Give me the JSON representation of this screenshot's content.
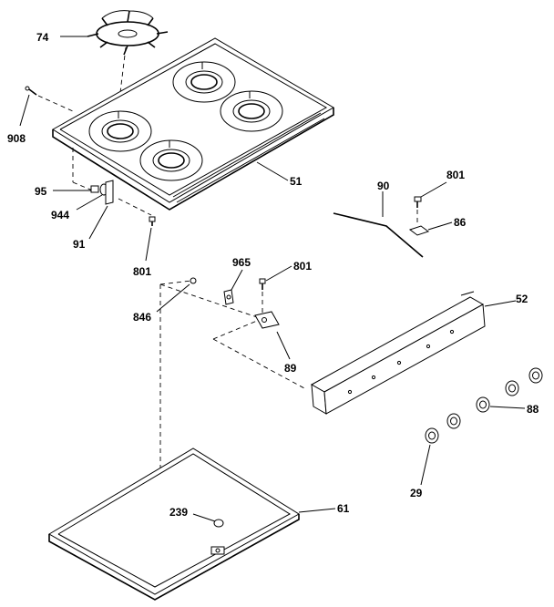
{
  "labels": {
    "grate": "74",
    "screw_left": "908",
    "cooktop": "51",
    "clip_95": "95",
    "clip_944": "944",
    "bracket_91": "91",
    "screw_801_left": "801",
    "rod_90": "90",
    "screw_801_right": "801",
    "bracket_86": "86",
    "screw_846": "846",
    "clip_965": "965",
    "screw_801_mid": "801",
    "bracket_89": "89",
    "manifold_panel": "52",
    "knob_88": "88",
    "knob_29": "29",
    "part_239": "239",
    "bottom_pan": "61"
  }
}
